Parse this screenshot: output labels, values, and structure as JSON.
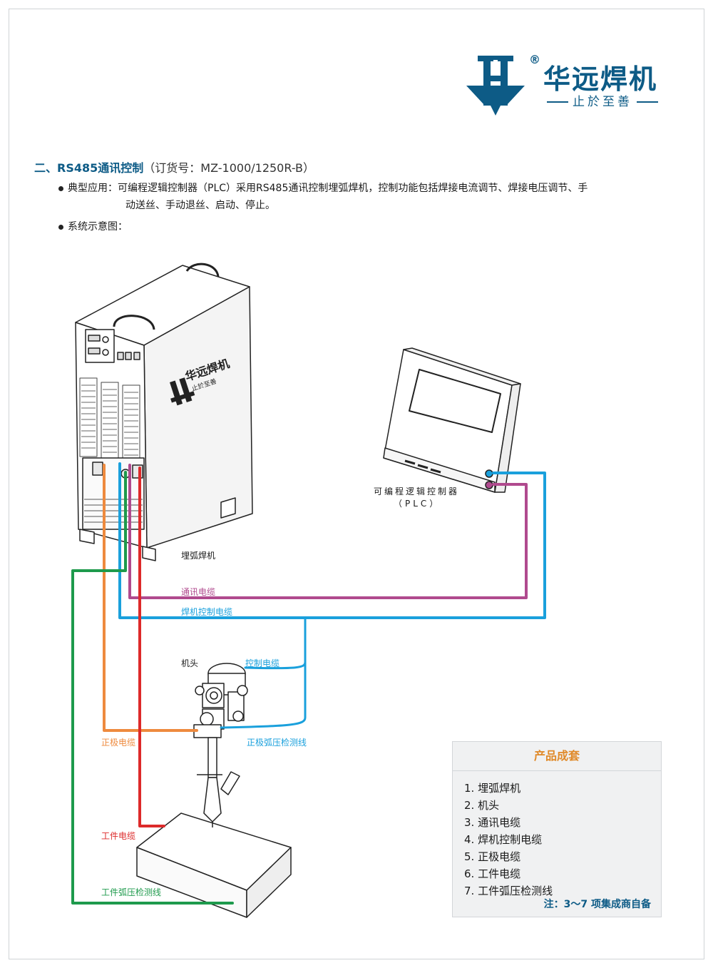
{
  "logo": {
    "name": "华远焊机",
    "registered": "®",
    "slogan": "止於至善",
    "machine_badge_name": "华远焊机",
    "machine_badge_slogan": "止於至善"
  },
  "section": {
    "ordinal": "二、",
    "title": "RS485通讯控制",
    "order_no": "（订货号：MZ-1000/1250R-B）"
  },
  "bullets": {
    "application_label": "典型应用：",
    "application_line1": "可编程逻辑控制器（PLC）采用RS485通讯控制埋弧焊机，控制功能包括焊接电流调节、焊接电压调节、手",
    "application_line2": "动送丝、手动退丝、启动、停止。",
    "diagram_label": "系统示意图："
  },
  "diagram": {
    "welder_label": "埋弧焊机",
    "plc_label": "可编程逻辑控制器",
    "plc_sub_label": "（PLC）",
    "head_label": "机头",
    "comm_cable": "通讯电缆",
    "welder_control_cable": "焊机控制电缆",
    "control_cable": "控制电缆",
    "positive_cable": "正极电缆",
    "positive_sense": "正极弧压检测线",
    "work_cable": "工件电缆",
    "work_sense": "工件弧压检测线"
  },
  "colors": {
    "brand": "#0d5b86",
    "comm_cable": "#b04a8e",
    "control_cable": "#1aa0dc",
    "positive_cable": "#ee8a3e",
    "work_cable": "#dd2a2a",
    "sense_cable": "#1e9a4c"
  },
  "kit": {
    "title": "产品成套",
    "items": [
      "1. 埋弧焊机",
      "2. 机头",
      "3. 通讯电缆",
      "4. 焊机控制电缆",
      "5. 正极电缆",
      "6. 工件电缆",
      "7. 工件弧压检测线"
    ],
    "note": "注：3～7 项集成商自备"
  }
}
